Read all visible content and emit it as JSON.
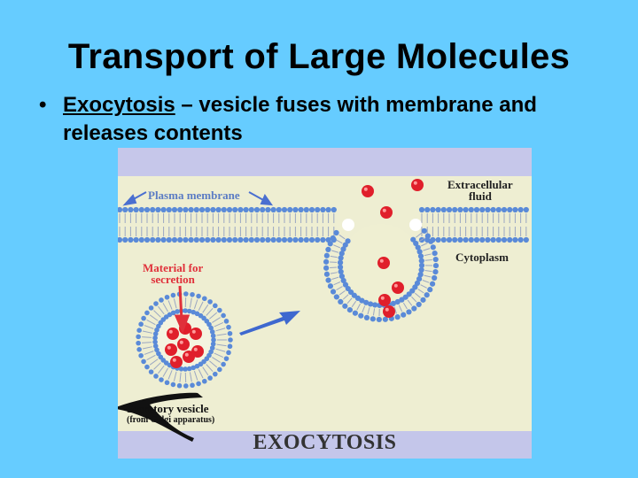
{
  "slide": {
    "title": "Transport of Large Molecules",
    "bullet_marker": "•",
    "bullet_term": "Exocytosis",
    "bullet_rest": " – vesicle fuses with membrane and releases contents"
  },
  "figure": {
    "labels": {
      "plasma_membrane": "Plasma membrane",
      "extracellular_line1": "Extracellular",
      "extracellular_line2": "fluid",
      "cytoplasm": "Cytoplasm",
      "material_line1": "Material for",
      "material_line2": "secretion",
      "secretory_vesicle": "Secretory vesicle",
      "golgi": "(from Golgi apparatus)",
      "caption": "EXOCYTOSIS"
    },
    "colors": {
      "background": "#66ccff",
      "panel_top": "#efefd2",
      "panel_bottom": "#c4c6ea",
      "lipid_head": "#5a8ad8",
      "molecule": "#e01f2b",
      "arrow_blue": "#3e68cf"
    }
  }
}
